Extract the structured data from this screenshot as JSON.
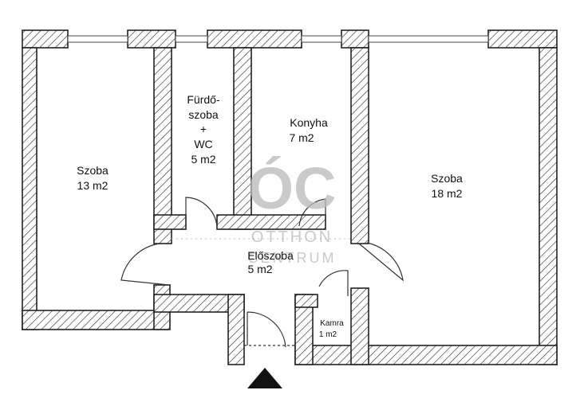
{
  "rooms": {
    "szoba_left": {
      "name": "Szoba",
      "area": "13 m2"
    },
    "furdo": {
      "line1": "Fürdő-",
      "line2": "szoba",
      "line3": "+",
      "line4": "WC",
      "area": "5 m2"
    },
    "konyha": {
      "name": "Konyha",
      "area": "7 m2"
    },
    "szoba_right": {
      "name": "Szoba",
      "area": "18 m2"
    },
    "eloszoba": {
      "name": "Előszoba",
      "area": "5 m2"
    },
    "kamra": {
      "name": "Kamra",
      "area": "1 m2"
    }
  },
  "watermark": {
    "logo": "ÓC",
    "line1": "OTTHON",
    "line2": "CENTRUM"
  },
  "colors": {
    "wall_stroke": "#222222",
    "hatch": "#333333",
    "watermark": "#b9b9b9"
  },
  "icons": {
    "entrance": "entrance-arrow-icon"
  }
}
